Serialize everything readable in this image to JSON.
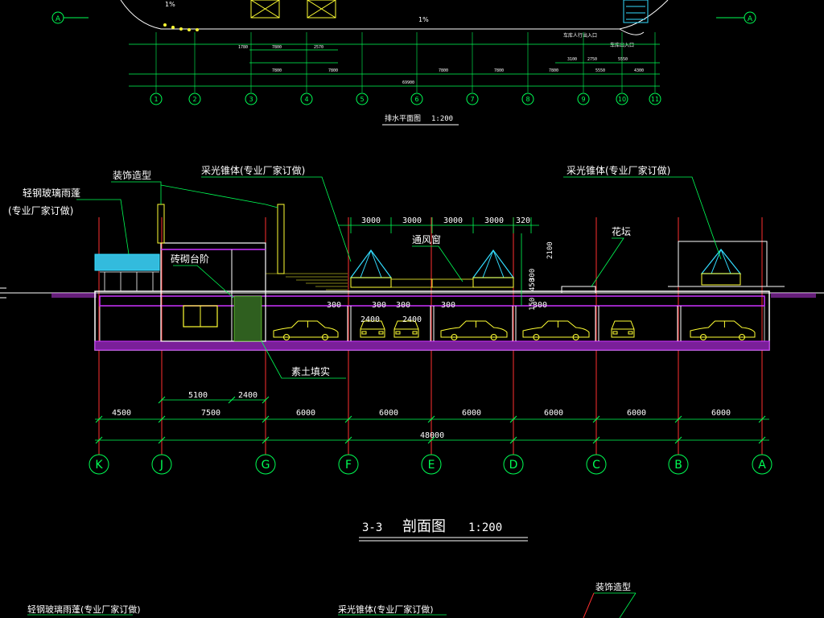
{
  "colors": {
    "background": "#000000",
    "axis_line": "#ff3030",
    "dimension": "#00ff55",
    "structure": "#ffffff",
    "slab": "#cc33ff",
    "pyramid": "#33ddff",
    "car": "#ffff33",
    "label": "#ffffff",
    "watermark": "#444444"
  },
  "top_plan": {
    "axis_labels": [
      "1",
      "2",
      "3",
      "4",
      "5",
      "6",
      "7",
      "8",
      "9",
      "10",
      "11"
    ],
    "end_markers": [
      "A",
      "A"
    ],
    "slope_label": "1%",
    "slope_label_right": "1%",
    "dim_row1": [
      "1780",
      "7800",
      "2570"
    ],
    "dim_row2": [
      "7800",
      "7800",
      "7800",
      "7800",
      "7800",
      "5550",
      "4300"
    ],
    "dim_row3": [
      "3100",
      "2750",
      "5550"
    ],
    "total": "69900",
    "notes": [
      "车库人行出入口",
      "车库出入口"
    ],
    "title": "排水平面图",
    "scale": "1:200"
  },
  "section": {
    "callouts": {
      "canopy": "轻钢玻璃雨蓬",
      "canopy_note": "(专业厂家订做)",
      "decor": "装饰造型",
      "skylight_left": "采光锥体(专业厂家订做)",
      "skylight_right": "采光锥体(专业厂家订做)",
      "vent": "通风窗",
      "planter": "花坛",
      "steps": "砖砌台阶",
      "fill": "素土填实"
    },
    "top_dims": [
      "3000",
      "3000",
      "3000",
      "3000",
      "320"
    ],
    "vertical_dims": [
      "2100",
      "300",
      "450",
      "150"
    ],
    "interior_dims": [
      "300",
      "300",
      "300",
      "2400",
      "300",
      "2400",
      "300"
    ],
    "sub_dims": [
      "5100",
      "2400"
    ],
    "bay_dims": [
      "4500",
      "7500",
      "6000",
      "6000",
      "6000",
      "6000",
      "6000",
      "6000"
    ],
    "total_dim": "48000",
    "axes": [
      "K",
      "J",
      "G",
      "F",
      "E",
      "D",
      "C",
      "B",
      "A"
    ],
    "title_number": "3-3",
    "title_text": "剖面图",
    "title_scale": "1:200"
  },
  "bottom_partial": {
    "label1": "轻钢玻璃雨蓬(专业厂家订做)",
    "label2": "采光锥体(专业厂家订做)",
    "label3": "装饰造型"
  }
}
